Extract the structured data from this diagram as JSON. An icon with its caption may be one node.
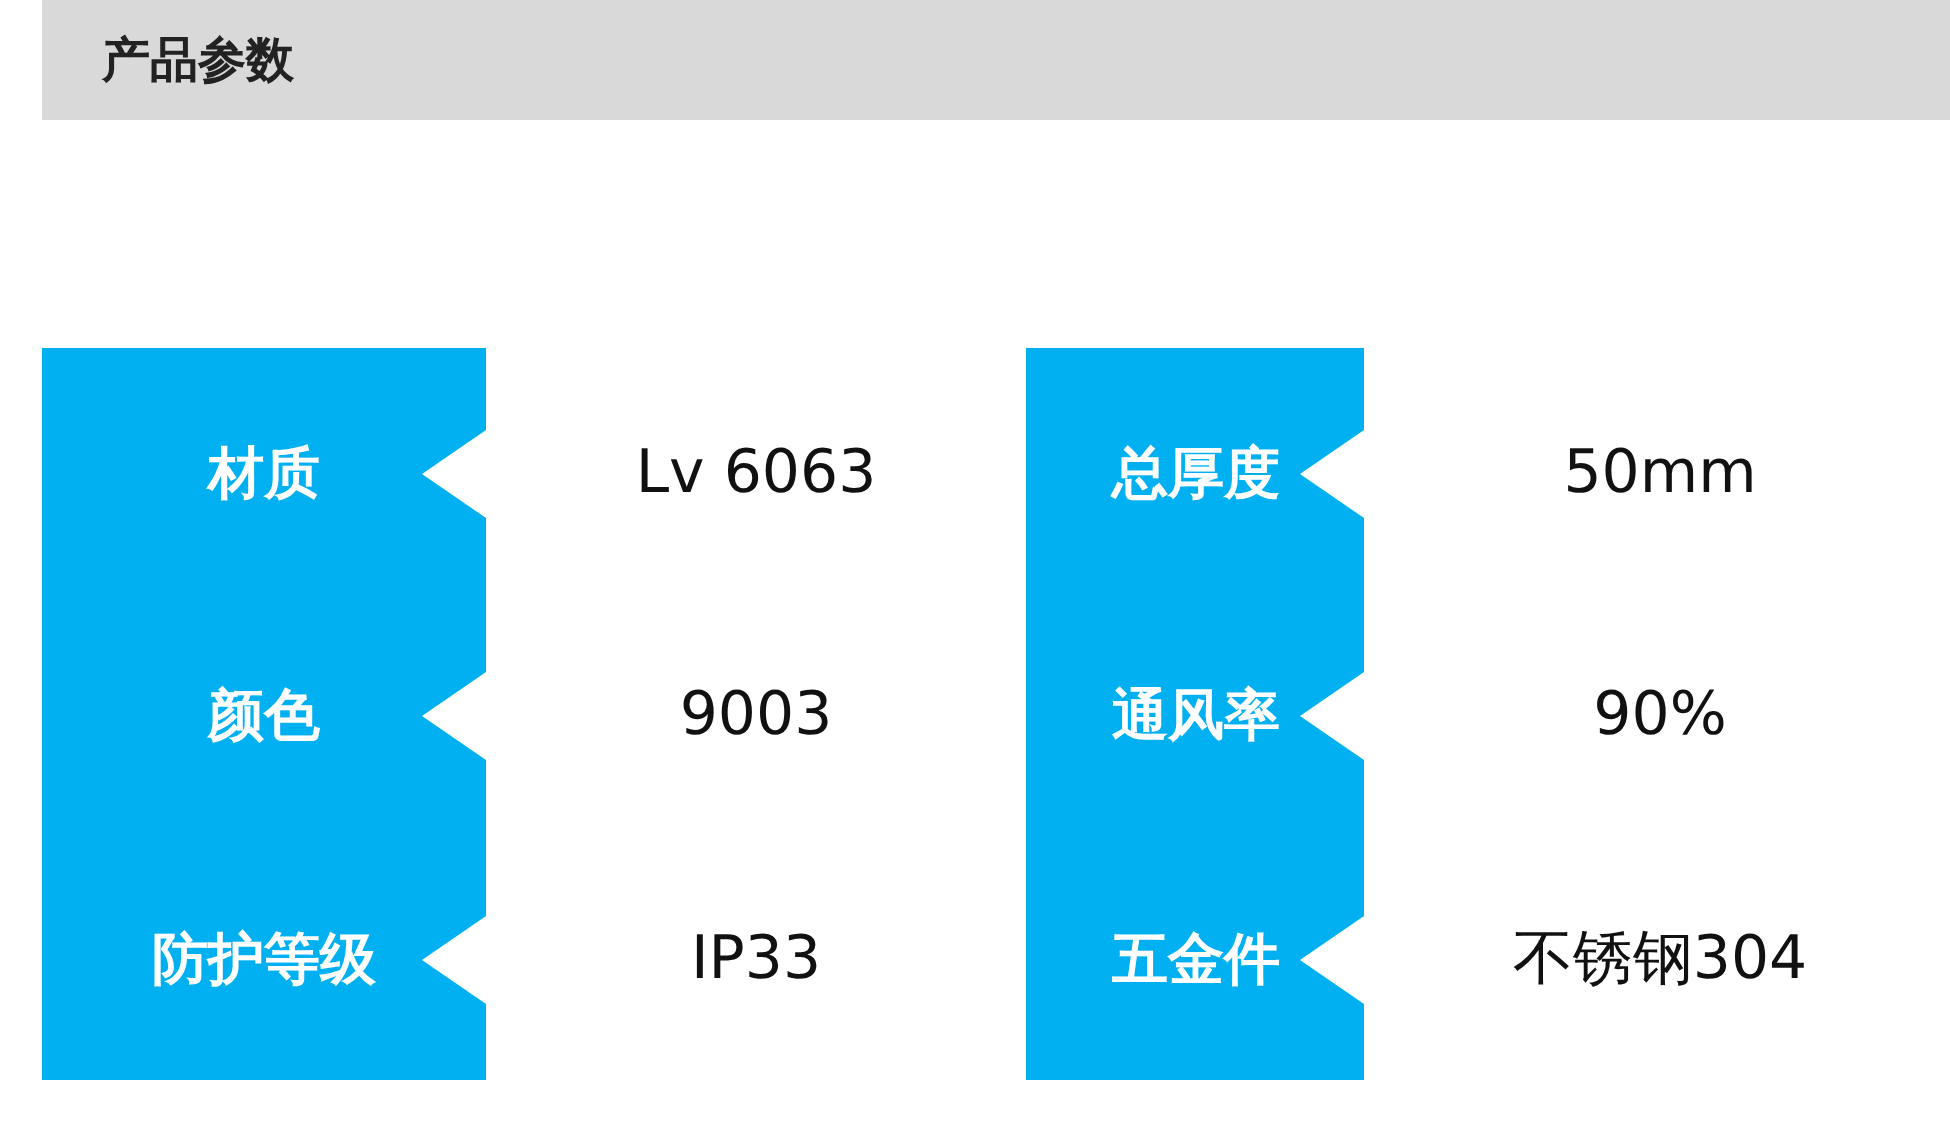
{
  "diagram": {
    "title": "产品参数",
    "labels": [
      "材质",
      "Lv 6063",
      "总厚度",
      "50mm",
      "颜色",
      "9003",
      "通风率",
      "90%",
      "防护等级",
      "IP33",
      "五金件",
      "不锈钢304"
    ]
  }
}
